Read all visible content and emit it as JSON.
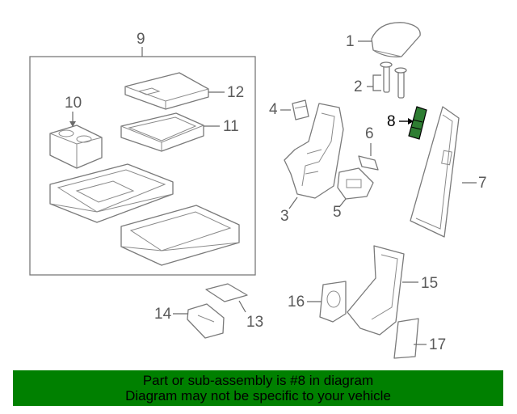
{
  "callouts": [
    {
      "id": "1",
      "label": "1"
    },
    {
      "id": "2",
      "label": "2"
    },
    {
      "id": "3",
      "label": "3"
    },
    {
      "id": "4",
      "label": "4"
    },
    {
      "id": "5",
      "label": "5"
    },
    {
      "id": "6",
      "label": "6"
    },
    {
      "id": "7",
      "label": "7"
    },
    {
      "id": "8",
      "label": "8"
    },
    {
      "id": "9",
      "label": "9"
    },
    {
      "id": "10",
      "label": "10"
    },
    {
      "id": "11",
      "label": "11"
    },
    {
      "id": "12",
      "label": "12"
    },
    {
      "id": "13",
      "label": "13"
    },
    {
      "id": "14",
      "label": "14"
    },
    {
      "id": "15",
      "label": "15"
    },
    {
      "id": "16",
      "label": "16"
    },
    {
      "id": "17",
      "label": "17"
    }
  ],
  "highlighted_part": "8",
  "banner": {
    "line1": "Part or sub-assembly is #8 in diagram",
    "line2": "Diagram may not be specific to your vehicle"
  },
  "colors": {
    "banner_bg": "#008000",
    "highlight_part": "#2e7d32",
    "line": "#7a7a7a"
  }
}
